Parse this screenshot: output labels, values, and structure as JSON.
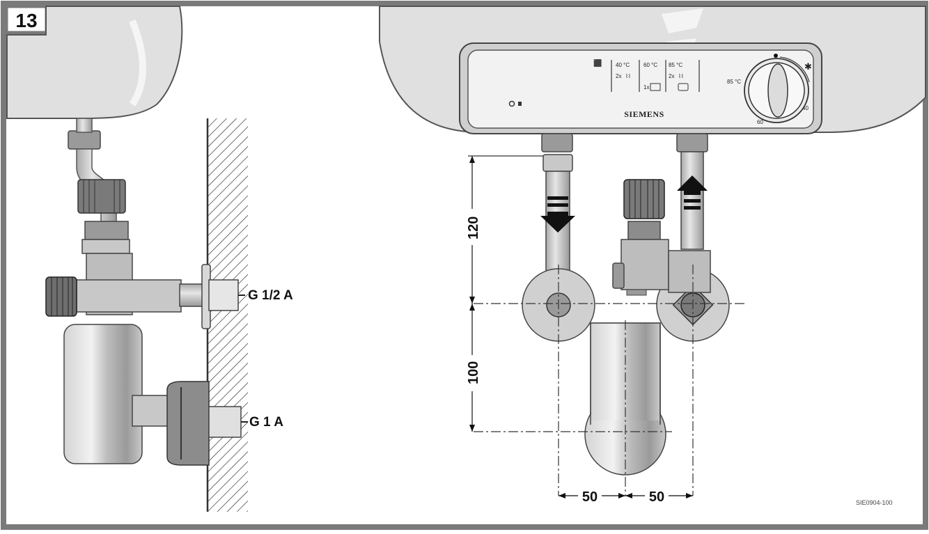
{
  "figure": {
    "number": "13",
    "code": "SIE0904-100"
  },
  "left_view": {
    "upper_thread": "G 1/2 A",
    "lower_thread": "G 1 A"
  },
  "right_view": {
    "brand": "SIEMENS",
    "panel": {
      "col1": {
        "temp": "40 °C",
        "count": "2x"
      },
      "col2": {
        "temp": "60 °C",
        "count": "1x"
      },
      "col3": {
        "temp": "85 °C",
        "count": "2x"
      }
    },
    "dial": {
      "top_label": "85 °C",
      "right_label": "40",
      "bottom_label": "60",
      "frost_icon": "snowflake-icon"
    },
    "dimensions": {
      "height_upper": "120",
      "height_lower": "100",
      "width_left": "50",
      "width_right": "50"
    }
  },
  "colors": {
    "frame": "#7a7a7a",
    "appliance": "#dcdcdc",
    "metal": "#c8c8c8",
    "dark_metal": "#8c8c8c"
  }
}
